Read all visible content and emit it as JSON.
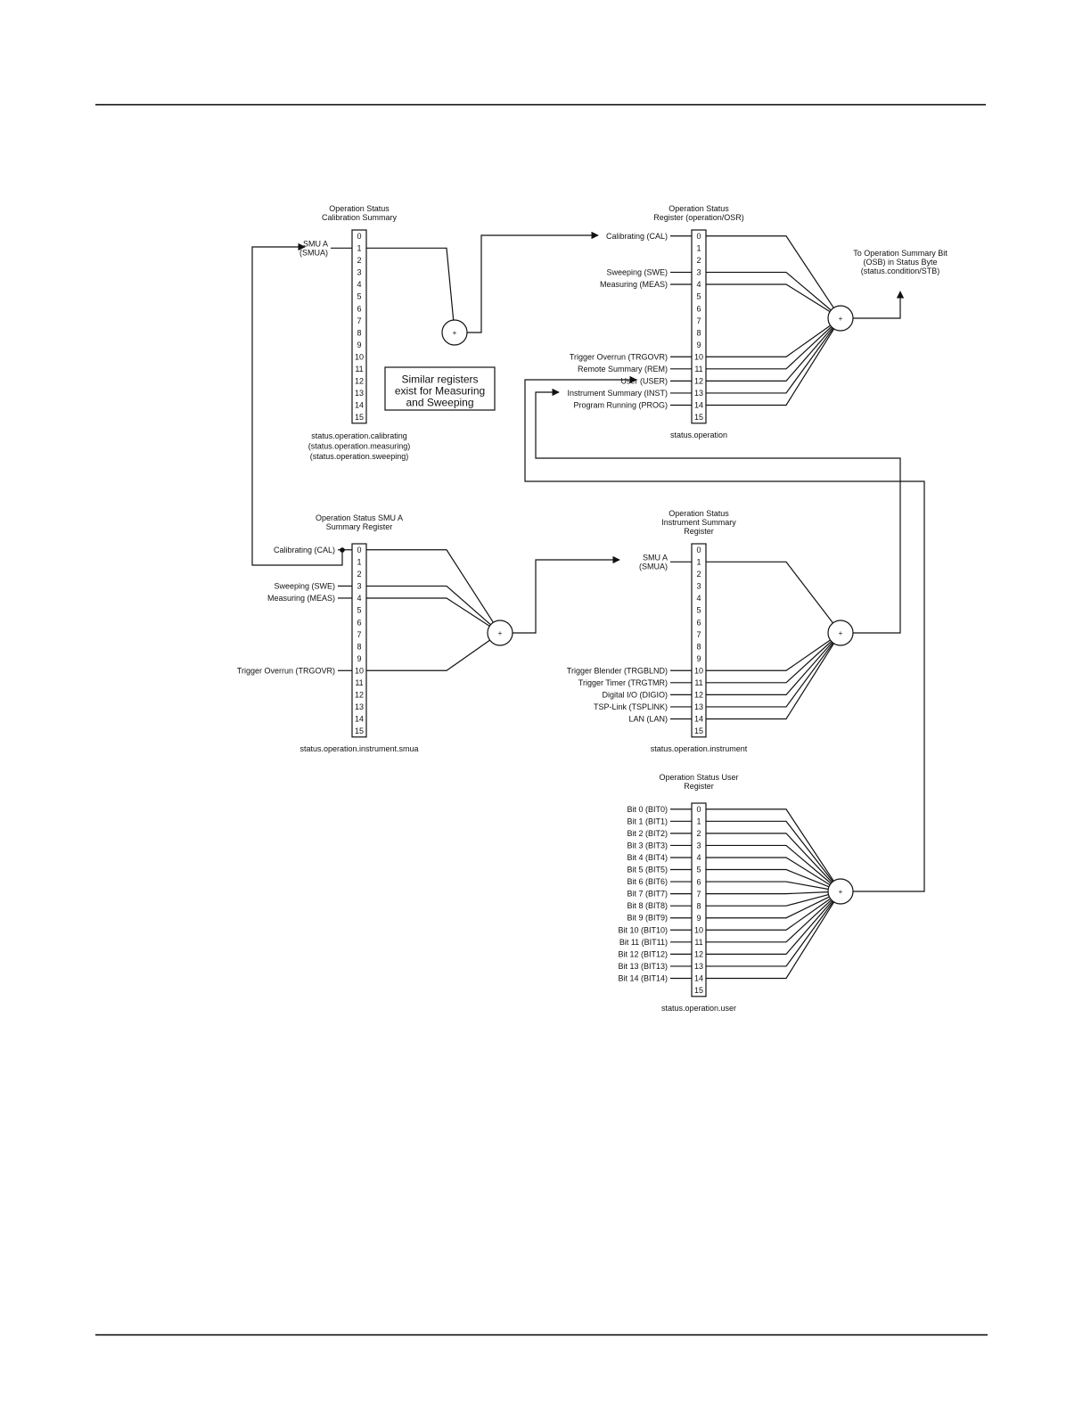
{
  "register_blocks": {
    "calibrating": {
      "title": [
        "Operation Status",
        "Calibration Summary"
      ],
      "bits": [
        {
          "bit": 1,
          "label": [
            "SMU A",
            "(SMUA)"
          ]
        }
      ],
      "caption": [
        "status.operation.calibrating",
        "(status.operation.measuring)",
        "(status.operation.sweeping)"
      ]
    },
    "operation": {
      "title": [
        "Operation Status",
        "Register (operation/OSR)"
      ],
      "bits": [
        {
          "bit": 0,
          "label": "Calibrating (CAL)"
        },
        {
          "bit": 3,
          "label": "Sweeping (SWE)"
        },
        {
          "bit": 4,
          "label": "Measuring (MEAS)"
        },
        {
          "bit": 10,
          "label": "Trigger Overrun (TRGOVR)"
        },
        {
          "bit": 11,
          "label": "Remote Summary (REM)"
        },
        {
          "bit": 12,
          "label": "User (USER)"
        },
        {
          "bit": 13,
          "label": "Instrument Summary (INST)"
        },
        {
          "bit": 14,
          "label": "Program Running (PROG)"
        }
      ],
      "caption": [
        "status.operation"
      ]
    },
    "smua": {
      "title": [
        "Operation Status SMU A",
        "Summary Register"
      ],
      "bits": [
        {
          "bit": 0,
          "label": "Calibrating (CAL)"
        },
        {
          "bit": 3,
          "label": "Sweeping (SWE)"
        },
        {
          "bit": 4,
          "label": "Measuring (MEAS)"
        },
        {
          "bit": 10,
          "label": "Trigger Overrun (TRGOVR)"
        }
      ],
      "caption": [
        "status.operation.instrument.smua"
      ]
    },
    "instrument": {
      "title": [
        "Operation Status",
        "Instrument Summary",
        "Register"
      ],
      "bits": [
        {
          "bit": 1,
          "label": [
            "SMU A",
            "(SMUA)"
          ]
        },
        {
          "bit": 10,
          "label": "Trigger Blender (TRGBLND)"
        },
        {
          "bit": 11,
          "label": "Trigger Timer (TRGTMR)"
        },
        {
          "bit": 12,
          "label": "Digital I/O (DIGIO)"
        },
        {
          "bit": 13,
          "label": "TSP-Link (TSPLINK)"
        },
        {
          "bit": 14,
          "label": "LAN (LAN)"
        }
      ],
      "caption": [
        "status.operation.instrument"
      ]
    },
    "user": {
      "title": [
        "Operation Status User",
        "Register"
      ],
      "bits": [
        {
          "bit": 0,
          "label": "Bit 0 (BIT0)"
        },
        {
          "bit": 1,
          "label": "Bit 1 (BIT1)"
        },
        {
          "bit": 2,
          "label": "Bit 2 (BIT2)"
        },
        {
          "bit": 3,
          "label": "Bit 3 (BIT3)"
        },
        {
          "bit": 4,
          "label": "Bit 4 (BIT4)"
        },
        {
          "bit": 5,
          "label": "Bit 5 (BIT5)"
        },
        {
          "bit": 6,
          "label": "Bit 6 (BIT6)"
        },
        {
          "bit": 7,
          "label": "Bit 7 (BIT7)"
        },
        {
          "bit": 8,
          "label": "Bit 8 (BIT8)"
        },
        {
          "bit": 9,
          "label": "Bit 9 (BIT9)"
        },
        {
          "bit": 10,
          "label": "Bit 10 (BIT10)"
        },
        {
          "bit": 11,
          "label": "Bit 11 (BIT11)"
        },
        {
          "bit": 12,
          "label": "Bit 12 (BIT12)"
        },
        {
          "bit": 13,
          "label": "Bit 13 (BIT13)"
        },
        {
          "bit": 14,
          "label": "Bit 14 (BIT14)"
        }
      ],
      "caption": [
        "status.operation.user"
      ]
    }
  },
  "bit_numbers": [
    "0",
    "1",
    "2",
    "3",
    "4",
    "5",
    "6",
    "7",
    "8",
    "9",
    "10",
    "11",
    "12",
    "13",
    "14",
    "15"
  ],
  "or_symbol": "+",
  "callout": [
    "Similar registers",
    "exist for Measuring",
    "and Sweeping"
  ],
  "osb_output": [
    "To Operation Summary Bit",
    "(OSB) in Status Byte",
    "(status.condition/STB)"
  ]
}
